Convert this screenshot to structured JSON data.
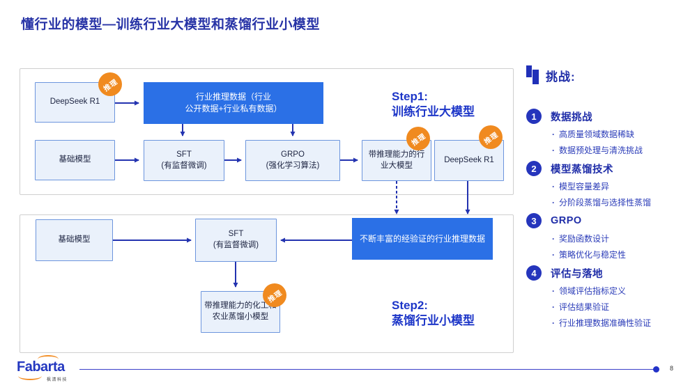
{
  "title": "懂行业的模型—训练行业大模型和蒸馏行业小模型",
  "colors": {
    "accent_blue": "#2B70E6",
    "dark_blue": "#2333B0",
    "orange": "#F08A1F",
    "title_blue": "#2733A6",
    "step_blue": "#1D36C8"
  },
  "diagram": {
    "badge": "推理",
    "step1": {
      "line1": "Step1:",
      "line2": "训练行业大模型"
    },
    "step2": {
      "line1": "Step2:",
      "line2": "蒸馏行业小模型"
    },
    "nodes": {
      "deepseek_top": "DeepSeek R1",
      "industry_data": "行业推理数据（行业\n公开数据+行业私有数据）",
      "base_model_1": "基础模型",
      "sft_1": "SFT\n(有监督微调)",
      "grpo": "GRPO\n(强化学习算法)",
      "industry_llm": "带推理能力的行\n业大模型",
      "deepseek_right": "DeepSeek R1",
      "base_model_2": "基础模型",
      "sft_2": "SFT\n(有监督微调)",
      "verified_data": "不断丰富的经验证的行业推理数据",
      "distilled_model": "带推理能力的化工和\n农业蒸馏小模型"
    }
  },
  "sidebar": {
    "header": "挑战:",
    "sections": [
      {
        "num": "1",
        "title": "数据挑战",
        "bullets": [
          "高质量领域数据稀缺",
          "数据预处理与清洗挑战"
        ]
      },
      {
        "num": "2",
        "title": "模型蒸馏技术",
        "bullets": [
          "模型容量差异",
          "分阶段蒸馏与选择性蒸馏"
        ]
      },
      {
        "num": "3",
        "title": "GRPO",
        "bullets": [
          "奖励函数设计",
          "策略优化与稳定性"
        ]
      },
      {
        "num": "4",
        "title": "评估与落地",
        "bullets": [
          "领域评估指标定义",
          "评估结果验证",
          "行业推理数据准确性验证"
        ]
      }
    ]
  },
  "footer": {
    "logo": "Fabarta",
    "logo_sub": "枫清科技",
    "page": "8"
  }
}
